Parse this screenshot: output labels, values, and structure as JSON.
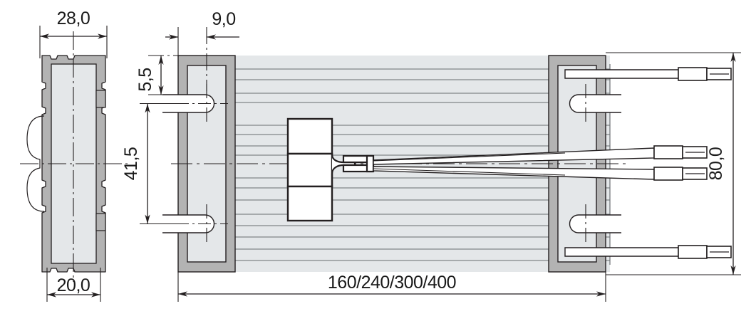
{
  "drawing": {
    "type": "technical-dimensioned-drawing",
    "title": "Heating element / cartridge — cross-section and side view",
    "units": "mm",
    "decimal_separator": ",",
    "views": [
      {
        "name": "cross-section-view",
        "position": "left"
      },
      {
        "name": "side-view",
        "position": "right"
      }
    ]
  },
  "dimensions": {
    "width_outer": "28,0",
    "width_inner": "20,0",
    "endcap_offset": "9,0",
    "slot_offset": "5,5",
    "slot_spacing": "41,5",
    "height_overall": "80,0",
    "length_options": "160/240/300/400"
  },
  "colors": {
    "line": "#231f20",
    "frame_dark": "#b3b3b3",
    "body_light": "#e4e7e9",
    "panel_fill": "#dcdfe1",
    "white": "#ffffff",
    "stripe": "#6d7275"
  },
  "labels": {
    "dim_28": "28,0",
    "dim_20": "20,0",
    "dim_9": "9,0",
    "dim_55": "5,5",
    "dim_415": "41,5",
    "dim_80": "80,0",
    "dim_length": "160/240/300/400"
  },
  "components": {
    "cross_section": {
      "name": "profile-cross-section",
      "features": [
        "notched-outer-wall",
        "inner-cavity",
        "left-bracket-clip",
        "right-tabs",
        "centerlines"
      ]
    },
    "side_view": {
      "name": "element-side-view",
      "features": [
        "left-endcap",
        "right-endcap",
        "finned-body",
        "center-terminal-block",
        "mounting-slots"
      ],
      "lead_count": 4,
      "lead_name": "wire-lead-with-ferrule"
    }
  }
}
